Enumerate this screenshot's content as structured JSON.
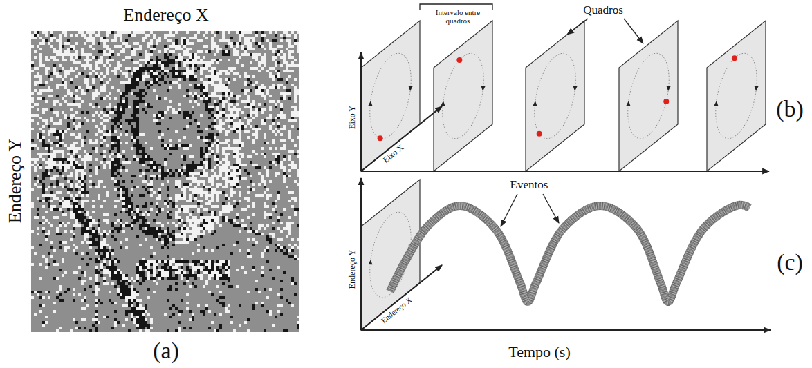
{
  "diagram": {
    "labels": [
      "Endereço X",
      "Endereço Y",
      "(a)",
      "Intervalo entre quadros",
      "Quadros",
      "Eixo Y",
      "Eixo X",
      "(b)",
      "Eventos",
      "Endereço Y",
      "Endereço X",
      "Tempo (s)",
      "(c)"
    ]
  }
}
